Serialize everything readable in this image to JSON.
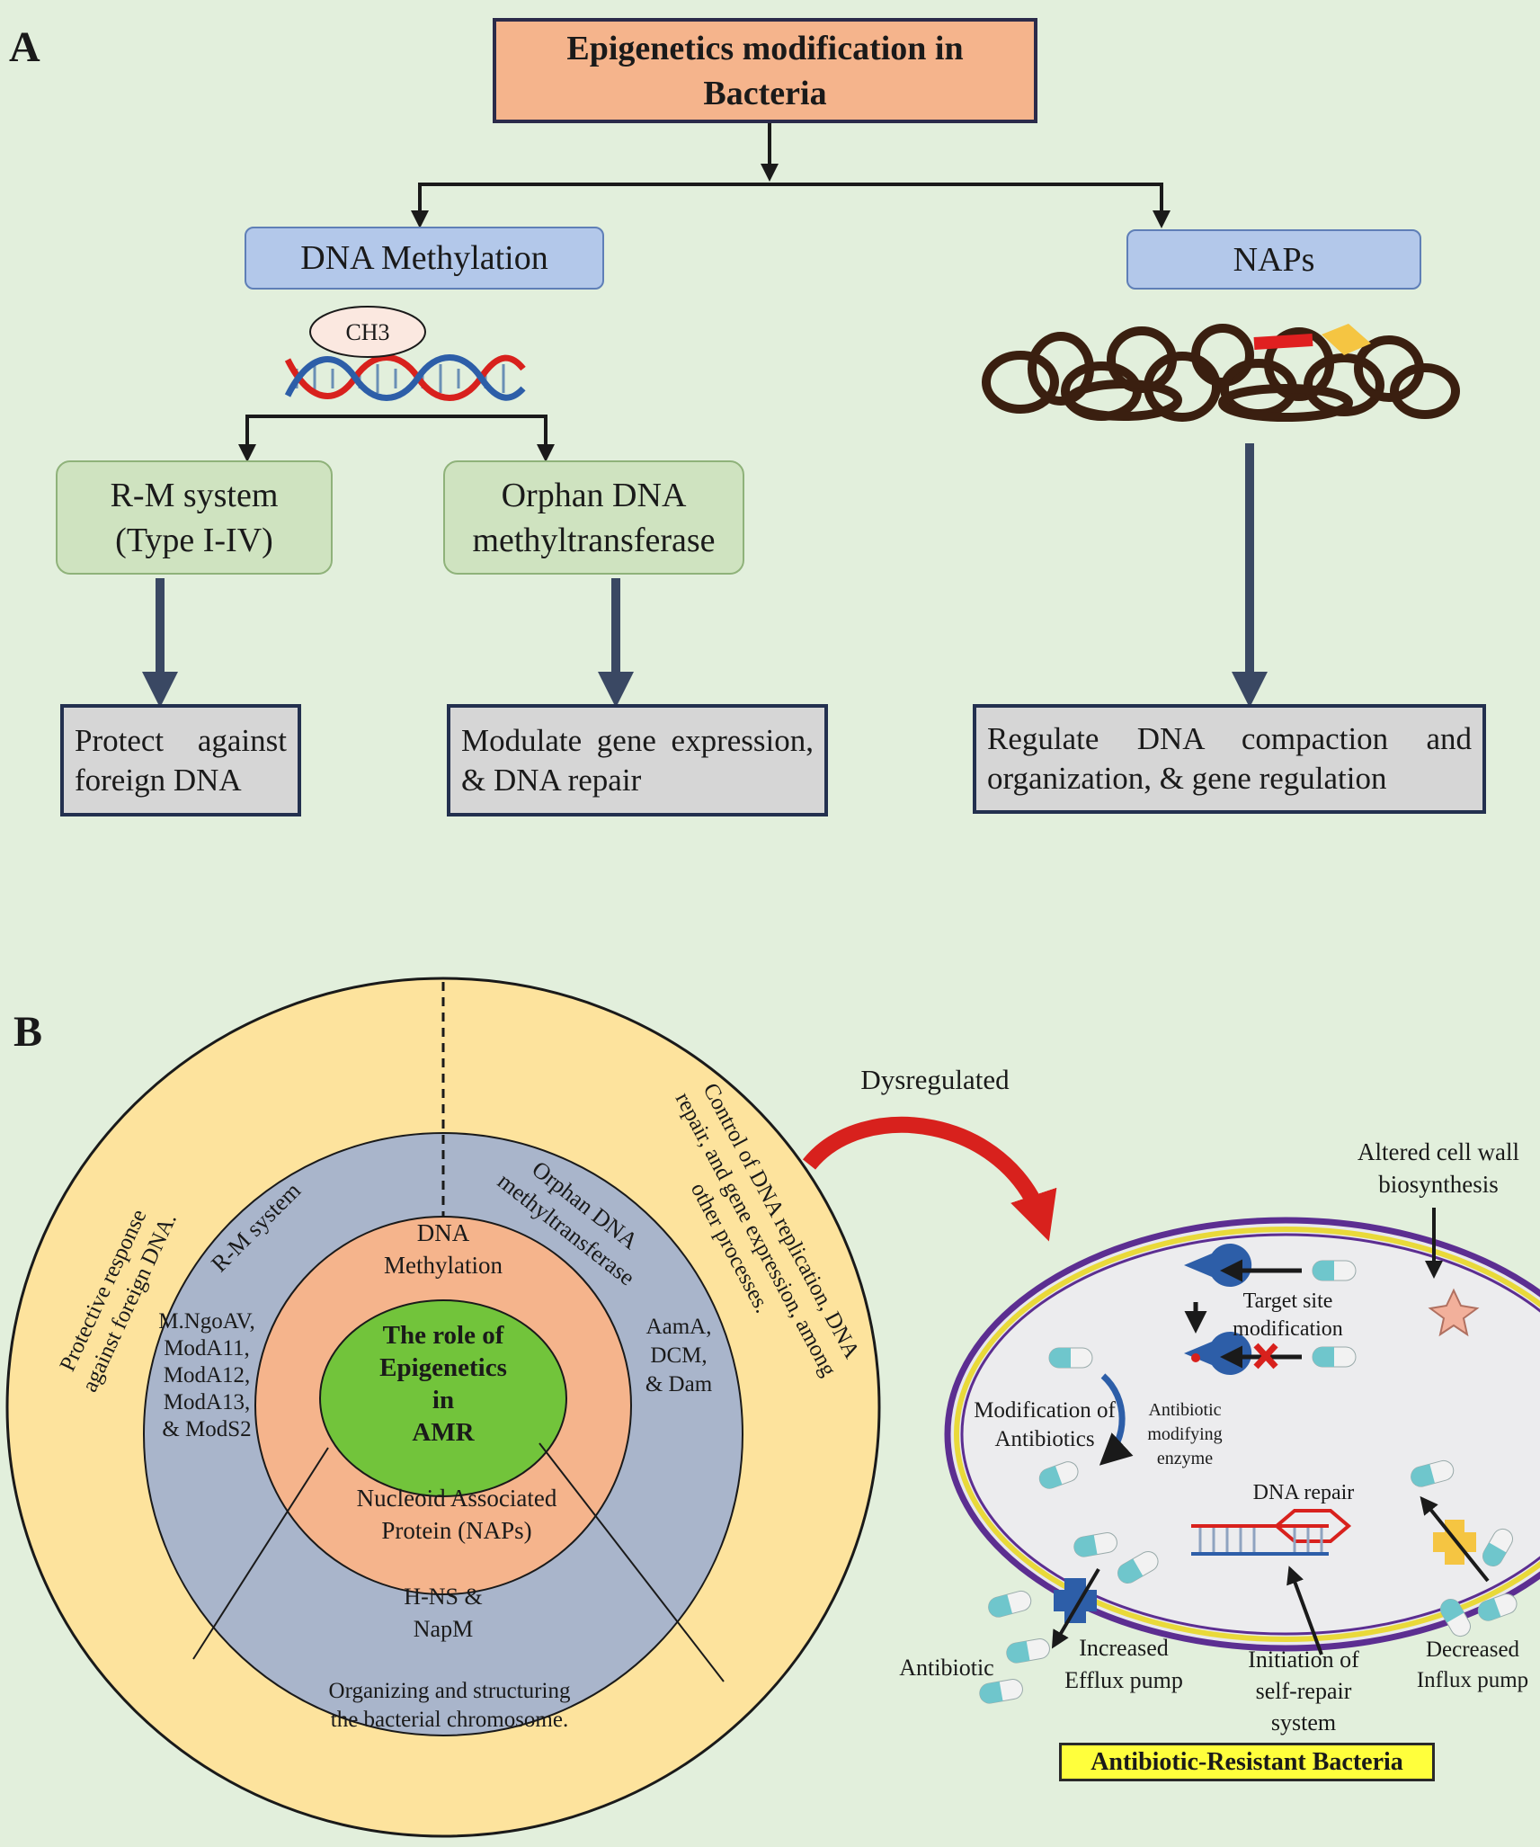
{
  "panel_a": {
    "label": "A",
    "title": [
      "Epigenetics modification in",
      "Bacteria"
    ],
    "dna_methylation": "DNA Methylation",
    "naps": "NAPs",
    "ch3": "CH3",
    "rm_system": [
      "R-M system",
      "(Type I-IV)"
    ],
    "orphan": [
      "Orphan DNA",
      "methyltransferase"
    ],
    "protect": [
      "Protect against",
      "foreign DNA"
    ],
    "modulate": [
      "Modulate gene expression,",
      "& DNA repair"
    ],
    "regulate": [
      "Regulate DNA compaction and",
      "organization, & gene regulation"
    ]
  },
  "panel_b": {
    "label": "B",
    "center": [
      "The role of",
      "Epigenetics",
      "in",
      "AMR"
    ],
    "dna_methylation": [
      "DNA",
      "Methylation"
    ],
    "naps": [
      "Nucleoid Associated",
      "Protein (NAPs)"
    ],
    "rm_system": "R-M system",
    "orphan": [
      "Orphan DNA",
      "methyltransferase"
    ],
    "rm_examples": [
      "M.NgoAV,",
      "ModA11,",
      "ModA12,",
      "ModA13,",
      "& ModS2"
    ],
    "orphan_examples": [
      "AamA,",
      "DCM,",
      "& Dam"
    ],
    "nap_examples": [
      "H-NS &",
      "NapM"
    ],
    "outer_left": [
      "Protective response",
      "against foreign DNA."
    ],
    "outer_right": [
      "Control of DNA replication, DNA",
      "repair, and gene expression, among",
      "other processes."
    ],
    "outer_bottom": [
      "Organizing and structuring",
      "the bacterial chromosome."
    ],
    "dysregulated": "Dysregulated",
    "altered_wall": [
      "Altered cell wall",
      "biosynthesis"
    ],
    "target_site": [
      "Target site",
      "modification"
    ],
    "modification": [
      "Modification of",
      "Antibiotics"
    ],
    "enzyme": [
      "Antibiotic",
      "modifying",
      "enzyme"
    ],
    "dna_repair": "DNA repair",
    "initiation": [
      "Initiation of",
      "self-repair",
      "system"
    ],
    "efflux": [
      "Increased",
      "Efflux pump"
    ],
    "influx": [
      "Decreased",
      "Influx pump"
    ],
    "antibiotic": "Antibiotic",
    "resistant": "Antibiotic-Resistant Bacteria"
  },
  "colors": {
    "background": "#e2efdc",
    "title": "#f5b48c",
    "blue_box": "#b3c8ea",
    "green_box": "#cfe3c0",
    "gray_box": "#d6d6d6",
    "outer_ring": "#fde39d",
    "middle_ring": "#a9b5cb",
    "inner_ring": "#f5b48c",
    "center": "#72c43b",
    "highlight": "#ffff3c"
  }
}
